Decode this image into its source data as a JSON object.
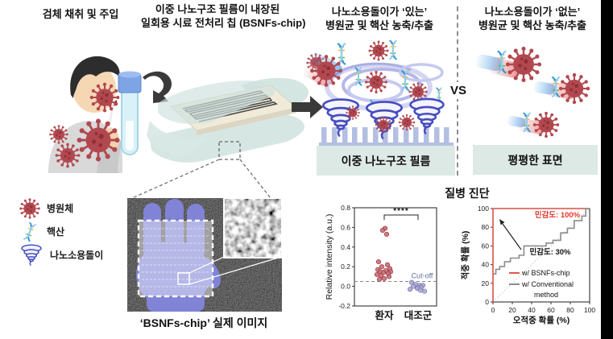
{
  "panels": {
    "sample": {
      "title": "검체 채취 및 주입"
    },
    "chip": {
      "title_line1": "이중 나노구조 필름이 내장된",
      "title_line2": "일회용 시료 전처리 칩 (BSNFs-chip)"
    },
    "vortex": {
      "title_line1": "나노소용돌이가 ‘있는’",
      "title_line2": "병원균 및 핵산 농축/추출",
      "label": "이중 나노구조 필름"
    },
    "flat": {
      "title_line1": "나노소용돌이가 ‘없는’",
      "title_line2": "병원균 및 핵산 농축/추출",
      "label": "평평한 표면"
    },
    "vs": "VS"
  },
  "legend": {
    "items": [
      {
        "icon": "virus-icon",
        "label": "병원체"
      },
      {
        "icon": "dna-icon",
        "label": "핵산"
      },
      {
        "icon": "vortex-icon",
        "label": "나노소용돌이"
      }
    ]
  },
  "photo": {
    "caption": "‘BSNFs-chip’ 실제 이미지"
  },
  "diagnosis": {
    "title": "질병 진단"
  },
  "chart_data": [
    {
      "type": "scatter",
      "ylabel": "Relative intensity (a.u.)",
      "ylim": [
        -0.2,
        0.8
      ],
      "yticks": [
        -0.2,
        0.0,
        0.2,
        0.4,
        0.6,
        0.8
      ],
      "categories": [
        "환자",
        "대조군"
      ],
      "series": [
        {
          "name": "환자",
          "color": "#c8656d",
          "edge": "#9e444c",
          "values": [
            0.59,
            0.57,
            0.53,
            0.25,
            0.22,
            0.2,
            0.18,
            0.17,
            0.16,
            0.15,
            0.15,
            0.14,
            0.13,
            0.12,
            0.11,
            0.1,
            0.08,
            0.07
          ]
        },
        {
          "name": "대조군",
          "color": "#a7a7d4",
          "edge": "#7d7dae",
          "values": [
            0.04,
            0.02,
            0.01,
            0.01,
            0.0,
            -0.01,
            -0.01,
            -0.02,
            -0.03,
            -0.04,
            -0.05
          ]
        }
      ],
      "cutoff": {
        "value": 0.05,
        "label": "Cut-off"
      },
      "significance": "****",
      "grid": false
    },
    {
      "type": "line",
      "xlabel": "오적중 확률 (%)",
      "ylabel": "적중 확률 (%)",
      "xlim": [
        0,
        100
      ],
      "ylim": [
        0,
        100
      ],
      "xticks": [
        0,
        20,
        40,
        60,
        80,
        100
      ],
      "yticks": [
        0,
        20,
        40,
        60,
        80,
        100
      ],
      "diagonal": true,
      "legend_position": "lower right",
      "series": [
        {
          "name": "w/ BSNFs-chip",
          "color": "#e0564e",
          "annotation": "민감도: 100%",
          "x": [
            0,
            0,
            100
          ],
          "y": [
            0,
            100,
            100
          ]
        },
        {
          "name": "w/ Conventional method",
          "color": "#8c8c8c",
          "annotation": "민감도: 30%",
          "x": [
            0,
            3,
            3,
            7,
            7,
            12,
            12,
            18,
            18,
            27,
            27,
            32,
            32,
            55,
            55,
            62,
            62,
            70,
            70,
            77,
            77,
            84,
            84,
            92,
            92,
            96,
            96,
            100
          ],
          "y": [
            30,
            30,
            35,
            35,
            38,
            38,
            43,
            43,
            47,
            47,
            50,
            50,
            60,
            60,
            63,
            63,
            66,
            66,
            74,
            74,
            79,
            79,
            87,
            87,
            92,
            92,
            100,
            100
          ]
        }
      ]
    }
  ],
  "colors": {
    "virus": "#b2484f",
    "vortex_blue": "#474dbe",
    "film_teal": "#d5e6e2",
    "label_box": "#dde9e5",
    "sensitivity_red": "#e0382e"
  }
}
